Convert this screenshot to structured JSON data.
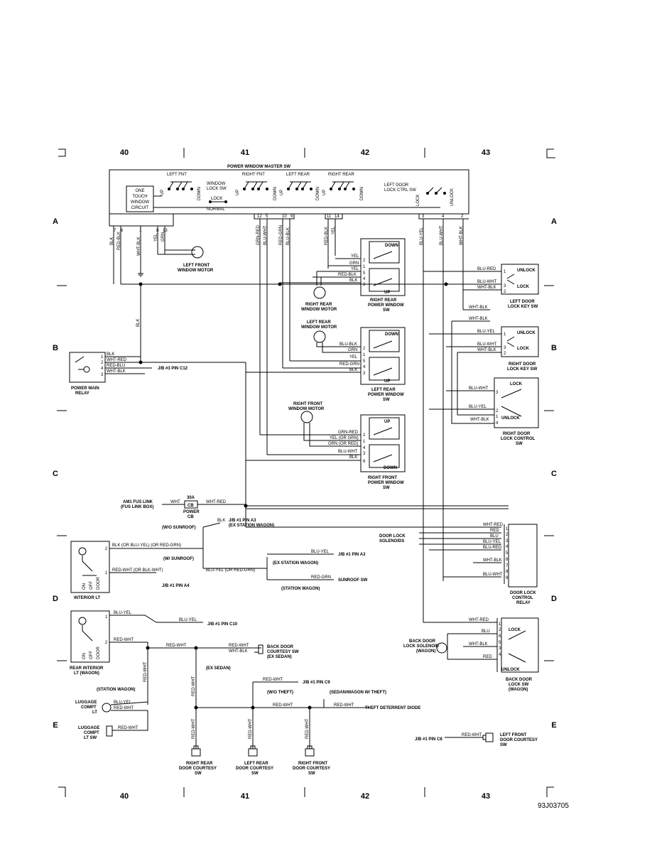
{
  "grid": {
    "columns": [
      "40",
      "41",
      "42",
      "43"
    ],
    "rows": [
      "A",
      "B",
      "C",
      "D",
      "E"
    ]
  },
  "figure_id": "93J03705",
  "components": {
    "master_sw": {
      "title": "POWER WINDOW MASTER SW",
      "left_fnt": "LEFT FNT",
      "right_fnt": "RIGHT FNT",
      "left_rear": "LEFT REAR",
      "right_rear": "RIGHT REAR",
      "one_touch": [
        "ONE",
        "TOUCH",
        "WINDOW",
        "CIRCUIT"
      ],
      "window_lock": [
        "WINDOW",
        "LOCK SW"
      ],
      "lock": "LOCK",
      "normal": "NORMAL",
      "up": "UP",
      "down": "DOWN",
      "door_lock_ctrl": [
        "LEFT DOOR",
        "LOCK CTRL SW"
      ],
      "unlock": "UNLOCK",
      "pins": [
        "7",
        "6",
        "1",
        "8",
        "13",
        "12",
        "5",
        "10",
        "9",
        "11",
        "14",
        "3",
        "4",
        "2"
      ]
    },
    "left_front_motor": [
      "LEFT FRONT",
      "WINDOW MOTOR"
    ],
    "rr_motor": [
      "RIGHT REAR",
      "WINDOW MOTOR"
    ],
    "rr_sw": [
      "RIGHT REAR",
      "POWER WINDOW",
      "SW"
    ],
    "lr_motor": [
      "LEFT REAR",
      "WINDOW MOTOR"
    ],
    "lr_sw": [
      "LEFT REAR",
      "POWER WINDOW",
      "SW"
    ],
    "rf_motor": [
      "RIGHT FRONT",
      "WINDOW MOTOR"
    ],
    "rf_sw": [
      "RIGHT FRONT",
      "POWER WINDOW",
      "SW"
    ],
    "ld_key_sw": [
      "LEFT DOOR",
      "LOCK KEY SW"
    ],
    "rd_key_sw": [
      "RIGHT DOOR",
      "LOCK KEY SW"
    ],
    "rd_ctrl_sw": [
      "RIGHT DOOR",
      "LOCK CONTROL",
      "SW"
    ],
    "main_relay": [
      "POWER MAIN",
      "RELAY"
    ],
    "fus_link": [
      "AM1 FUS LINK",
      "(FUS LINK BOX)"
    ],
    "power_cb": [
      "POWER",
      "CB"
    ],
    "cb_rating": "30A",
    "cb_label": "CB",
    "door_lock_sol": [
      "DOOR LOCK",
      "SOLENOIDS"
    ],
    "door_lock_relay": [
      "DOOR LOCK",
      "CONTROL",
      "RELAY"
    ],
    "interior_lt": "INTERIOR LT",
    "rear_interior": [
      "REAR INTERIOR",
      "LT (WAGON)"
    ],
    "back_door_courtesy": [
      "BACK DOOR",
      "COURTESY SW",
      "(EX SEDAN)"
    ],
    "back_door_sol": [
      "BACK DOOR",
      "LOCK SOLENOID",
      "(WAGON)"
    ],
    "back_door_lock_sw": [
      "BACK DOOR",
      "LOCK SW",
      "(WAGON)"
    ],
    "luggage_lt": [
      "LUGGAGE",
      "COMPT",
      "LT"
    ],
    "luggage_sw": [
      "LUGGAGE",
      "COMPT",
      "LT SW"
    ],
    "rr_courtesy": [
      "RIGHT REAR",
      "DOOR COURTESY",
      "SW"
    ],
    "lr_courtesy": [
      "LEFT REAR",
      "DOOR COURTESY",
      "SW"
    ],
    "rf_courtesy": [
      "RIGHT FRONT",
      "DOOR COURTESY",
      "SW"
    ],
    "lf_courtesy": [
      "LEFT FRONT",
      "DOOR COURTESY",
      "SW"
    ],
    "sw_positions": [
      "ON",
      "OFF",
      "DOOR"
    ],
    "theft_deterrent": "THEFT DETERRENT DIODE",
    "sunroof_sw": "SUNROOF SW"
  },
  "refs": {
    "jb3_c12": "J/B #3 PIN C12",
    "jb1_a3": "J/B #1 PIN A3",
    "ex_wagon": "(EX STATION WAGON)",
    "jb1_a4": "J/B #1 PIN A4",
    "jb1_c10": "J/B #1 PIN C10",
    "jb1_c9": "J/B #1 PIN C9",
    "jb1_c8": "J/B #1 PIN C8"
  },
  "variants": {
    "wo_sunroof": "(W/O SUNROOF)",
    "w_sunroof": "(W/ SUNROOF)",
    "ex_station_wagon": "(EX STATION WAGON)",
    "station_wagon": "(STATION WAGON)",
    "ex_sedan": "(EX SEDAN)",
    "wo_theft": "(W/O THEFT)",
    "sedan_wagon_theft": "(SEDAN/WAGON W/ THEFT)"
  },
  "wires": {
    "blk": "BLK",
    "red_blk": "RED-BLK",
    "wht_blk": "WHT-BLK",
    "yel": "YEL",
    "grn": "GRN",
    "grn_red": "GRN-RED",
    "blu_wht": "BLU-WHT",
    "red_grn": "RED-GRN",
    "blu_blk": "BLU-BLK",
    "blu_yel": "BLU-YEL",
    "blu_red": "BLU-RED",
    "wht_red": "WHT-RED",
    "red_blu": "RED-BLU",
    "red_wht": "RED-WHT",
    "red": "RED",
    "blu": "BLU",
    "wht": "WHT",
    "yel_or_grn": "YEL (OR GRN)",
    "grn_or_red": "GRN (OR RED)",
    "blk_or": "BLK (OR BLU-YEL) (OR RED-GRN)",
    "red_wht_or": "RED-WHT (OR BLK-WHT)",
    "blu_yel_or": "BLU-YEL (OR RED-GRN)"
  }
}
